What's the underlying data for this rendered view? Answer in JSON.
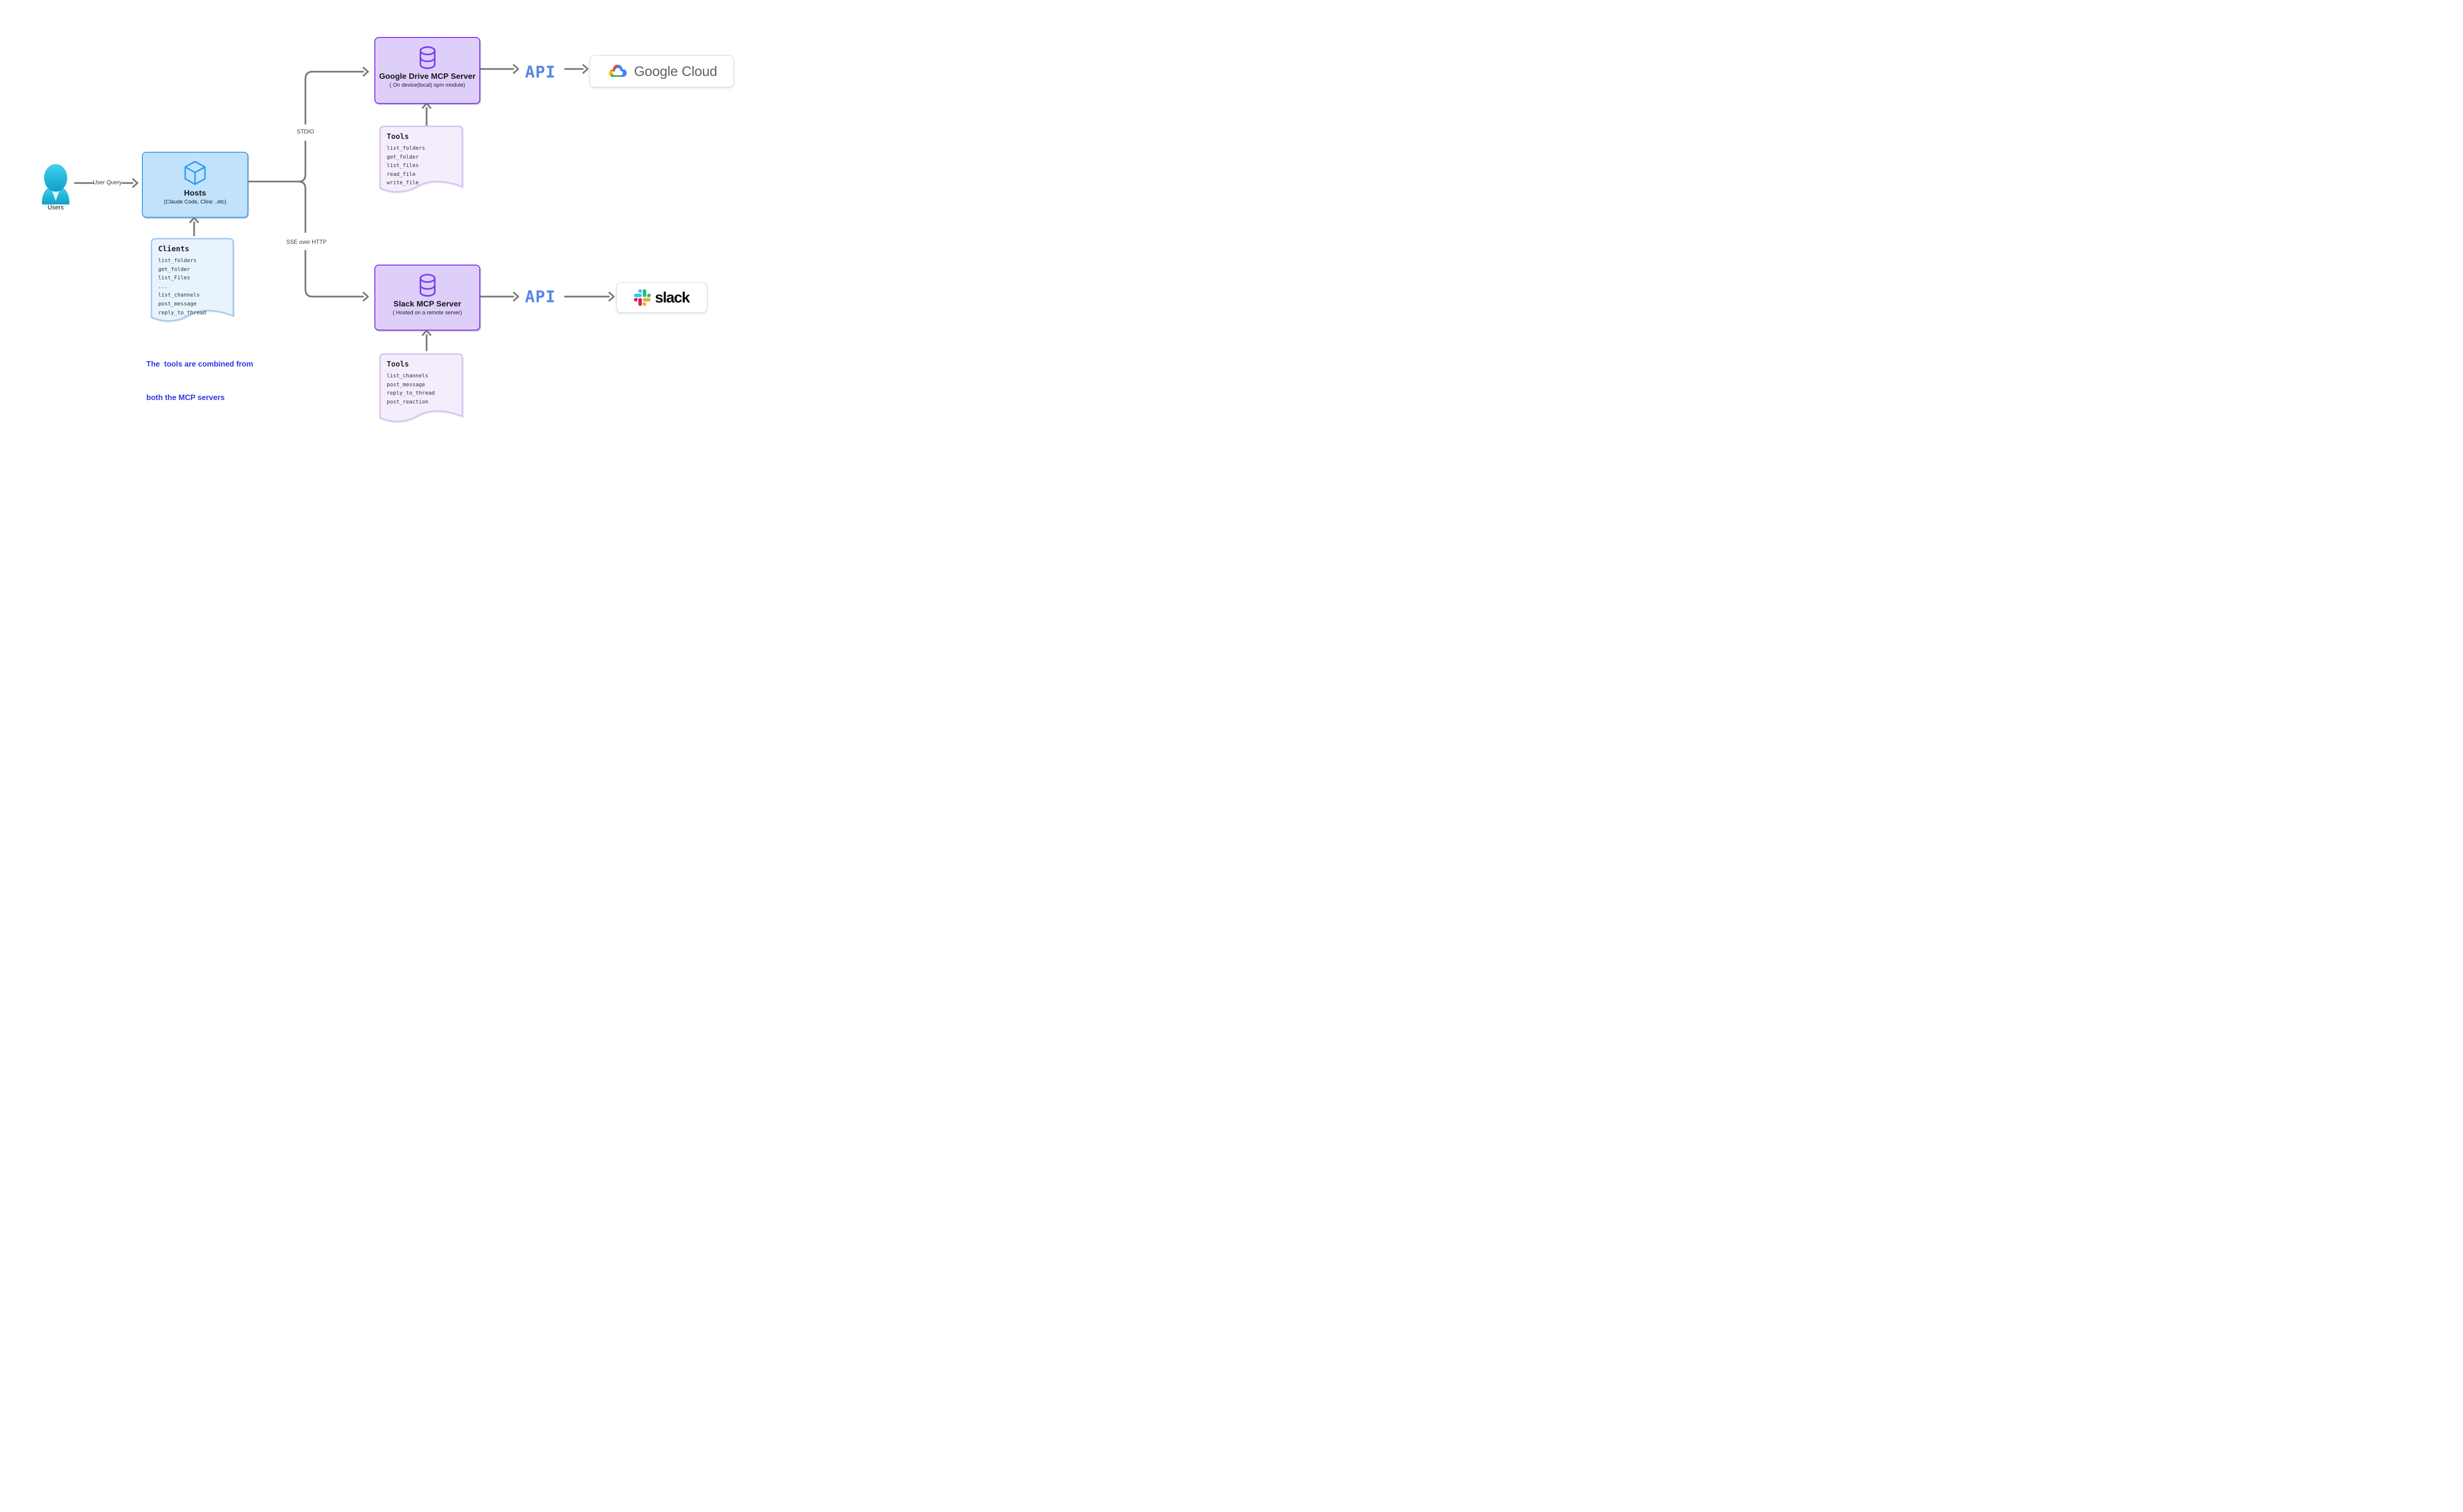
{
  "diagram": {
    "users_label": "Users",
    "user_query_label": "User Query",
    "stdio_label": "STDIO",
    "sse_label": "SSE over HTTP",
    "api_label_top": "API",
    "api_label_bottom": "API",
    "hosts": {
      "title": "Hosts",
      "subtitle": "(Claude Code, Cline ..etc)"
    },
    "clients_note": {
      "title": "Clients",
      "items": [
        "list_folders",
        "get_folder",
        "list_Files",
        "...",
        "list_channels",
        "post_message",
        "reply_to_thread"
      ]
    },
    "gdrive_server": {
      "title": "Google Drive MCP Server",
      "subtitle": "( On device(local) npm module)"
    },
    "gdrive_tools_note": {
      "title": "Tools",
      "items": [
        "list_folders",
        "get_folder",
        "list_files",
        "read_file",
        "write_file"
      ]
    },
    "slack_server": {
      "title": "Slack MCP Server",
      "subtitle": "( Hosted on a remote server)"
    },
    "slack_tools_note": {
      "title": "Tools",
      "items": [
        "list_channels",
        "post_message",
        "reply_to_thread",
        "post_reaction"
      ]
    },
    "annotation": {
      "line1": "The  tools are combined from",
      "line2": "both the MCP servers"
    },
    "google_cloud_card": {
      "label": "Google Cloud"
    },
    "slack_card": {
      "label": "slack"
    },
    "colors": {
      "hosts_fill": "#c2e2fc",
      "hosts_border": "#3fa3f4",
      "clients_note_fill": "#e9f3fd",
      "clients_note_border": "#a6cdf2",
      "server_fill": "#ddcffa",
      "server_border": "#8836ee",
      "tools_note_fill": "#f3edfc",
      "tools_note_border": "#d9c5f6",
      "connector_gray": "#7b7b7b",
      "api_text_blue": "#5b85e8",
      "annotation_blue": "#3434e2",
      "users_icon_cyan": "#1fb6dd"
    }
  }
}
